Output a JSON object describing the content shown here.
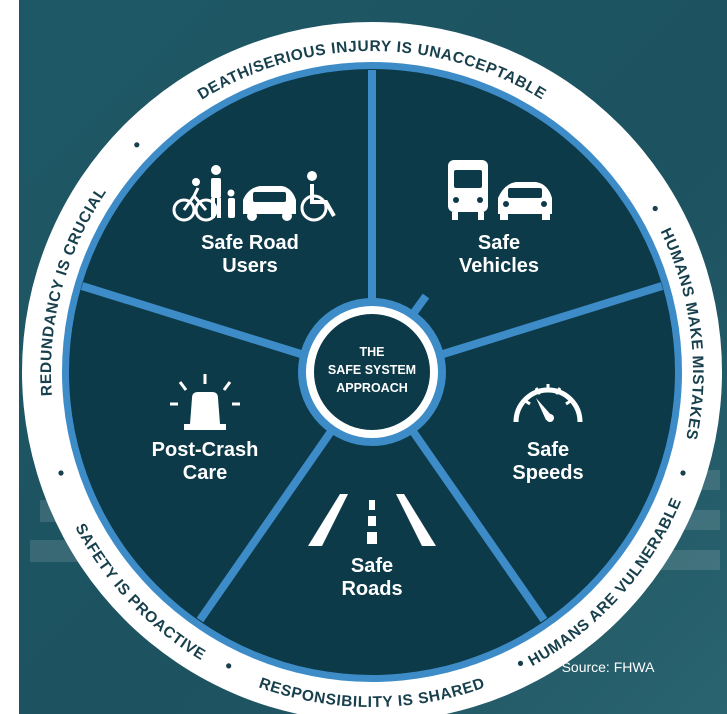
{
  "center": {
    "line1": "THE",
    "line2": "SAFE SYSTEM",
    "line3": "APPROACH"
  },
  "segments": {
    "road_users": {
      "line1": "Safe Road",
      "line2": "Users",
      "icon": "road-users-icon"
    },
    "vehicles": {
      "line1": "Safe",
      "line2": "Vehicles",
      "icon": "bus-car-icon"
    },
    "speeds": {
      "line1": "Safe",
      "line2": "Speeds",
      "icon": "speedometer-icon"
    },
    "roads": {
      "line1": "Safe",
      "line2": "Roads",
      "icon": "road-icon"
    },
    "post_crash": {
      "line1": "Post-Crash",
      "line2": "Care",
      "icon": "siren-light-icon"
    }
  },
  "principles": {
    "top": "DEATH/SERIOUS INJURY IS UNACCEPTABLE",
    "right_upper": "HUMANS MAKE MISTAKES",
    "right_lower": "HUMANS ARE VULNERABLE",
    "bottom": "RESPONSIBILITY IS SHARED",
    "left_lower": "SAFETY IS PROACTIVE",
    "left_upper": "REDUNDANCY IS CRUCIAL"
  },
  "source": "Source: FHWA",
  "colors": {
    "background": "#1e5462",
    "segment_fill": "#0c3a49",
    "accent_blue": "#3d8cc8",
    "ring_white": "#ffffff",
    "ring_text": "#173f4c"
  }
}
